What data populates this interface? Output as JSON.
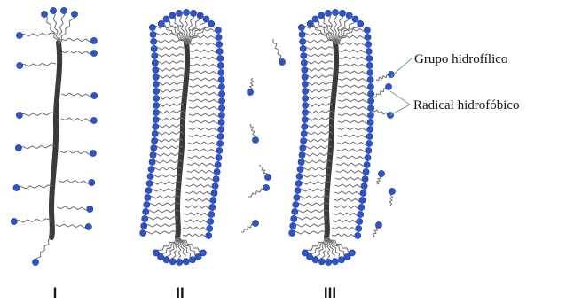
{
  "labels": {
    "hydrophilic": "Grupo hidrofílico",
    "hydrophobic": "Radical hidrofóbico"
  },
  "stages": [
    {
      "id": "I",
      "label": "I"
    },
    {
      "id": "II",
      "label": "II"
    },
    {
      "id": "III",
      "label": "III"
    }
  ],
  "colors": {
    "head": "#2f54c6",
    "head_edge": "#1d3a98",
    "tail": "#6f6f6f",
    "backbone": "#3a3a3a",
    "leader": "#6fa36f"
  }
}
